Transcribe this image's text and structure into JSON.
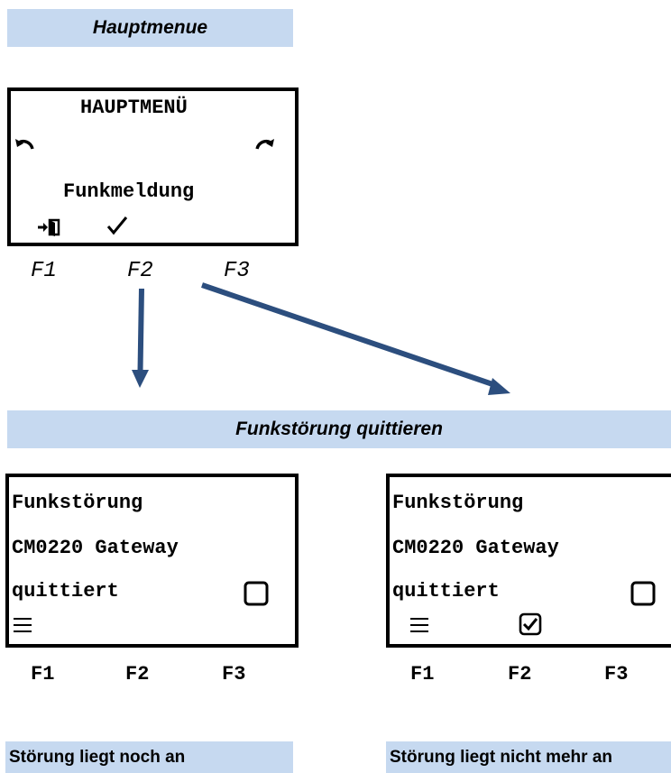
{
  "top_title": "Hauptmenue",
  "main_screen": {
    "heading": "HAUPTMENÜ",
    "item": "Funkmeldung",
    "icons": {
      "prev": "undo-arrow-icon",
      "next": "redo-arrow-icon",
      "f1": "exit-door-icon",
      "f2": "checkmark-icon"
    },
    "fkeys": [
      "F1",
      "F2",
      "F3"
    ]
  },
  "middle_title": "Funkstörung quittieren",
  "screens": [
    {
      "line1": "Funkstörung",
      "line2": "CM0220 Gateway",
      "line3": "quittiert",
      "icons": {
        "checkbox": "empty-checkbox-icon",
        "f1": "menu-lines-icon"
      },
      "fkeys": [
        "F1",
        "F2",
        "F3"
      ],
      "caption": "Störung liegt noch an"
    },
    {
      "line1": "Funkstörung",
      "line2": "CM0220 Gateway",
      "line3": "quittiert",
      "icons": {
        "checkbox": "empty-checkbox-icon",
        "f1": "menu-lines-icon",
        "f2": "checked-checkbox-icon"
      },
      "fkeys": [
        "F1",
        "F2",
        "F3"
      ],
      "caption": "Störung liegt nicht mehr an"
    }
  ],
  "colors": {
    "band": "#c6d9f0",
    "arrow": "#2c4e7e"
  }
}
